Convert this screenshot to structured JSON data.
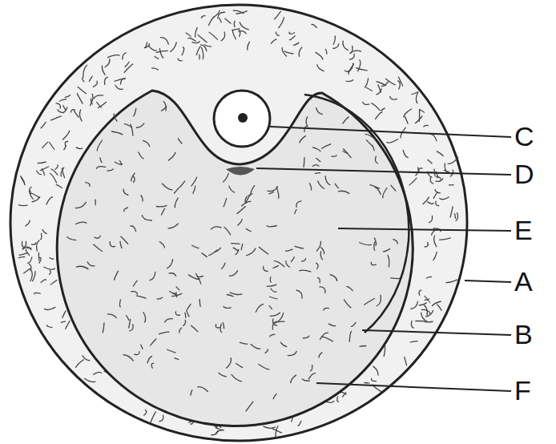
{
  "diagram": {
    "labels": [
      "C",
      "D",
      "E",
      "A",
      "B",
      "F"
    ]
  }
}
